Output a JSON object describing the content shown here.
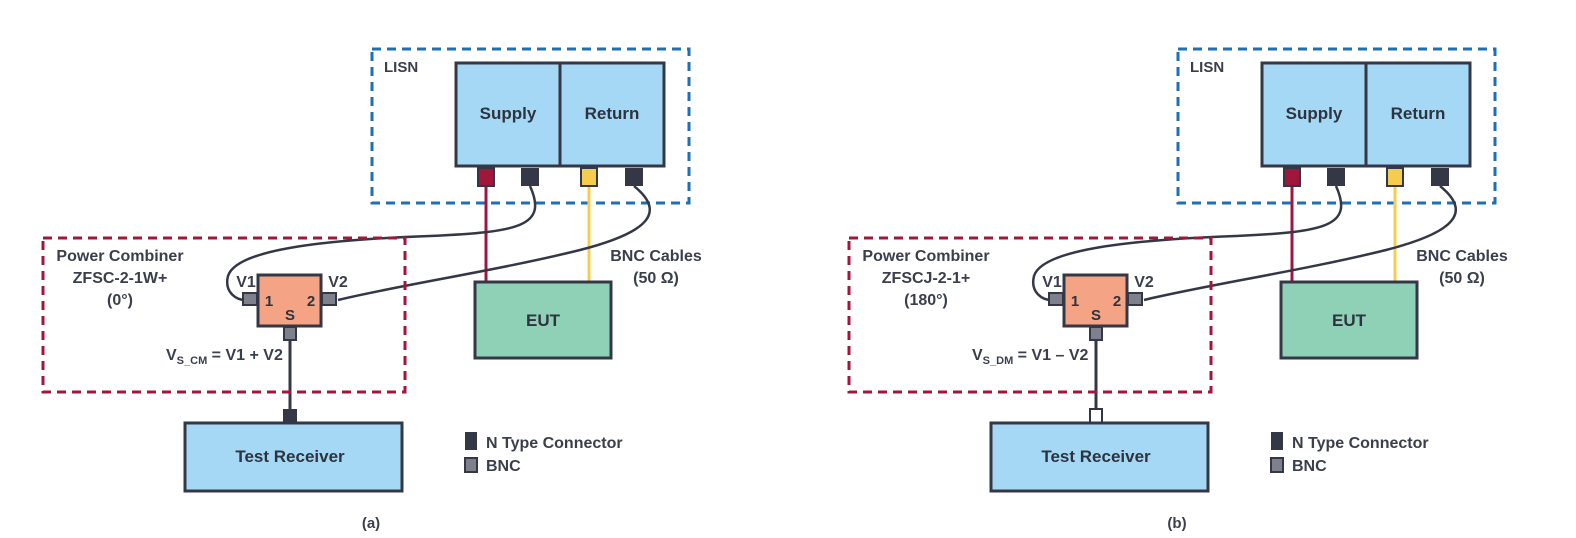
{
  "colors": {
    "lisn_fill": "#a4d8f5",
    "eut_fill": "#8fd1b6",
    "combiner_fill": "#f4a384",
    "dark": "#343846",
    "supply_wire": "#a1173c",
    "return_wire": "#f5cd4c",
    "lisn_border": "#1f6fb5",
    "combiner_border": "#a1173c",
    "bnc_fill": "#7e818c"
  },
  "diagrams": [
    {
      "lisn_label": "LISN",
      "supply_label": "Supply",
      "return_label": "Return",
      "cables_line1": "BNC Cables",
      "cables_line2": "(50 Ω)",
      "eut_label": "EUT",
      "combiner_line1": "Power Combiner",
      "combiner_line2": "ZFSC-2-1W+",
      "combiner_line3": "(0°)",
      "v1_label": "V1",
      "v2_label": "V2",
      "port1_label": "1",
      "port2_label": "2",
      "ports_label": "S",
      "formula_v": "V",
      "formula_sub": "S_CM",
      "formula_rest": " = V1 + V2",
      "receiver_label": "Test Receiver",
      "receiver_connector": "n-type",
      "legend_ntype": "N Type Connector",
      "legend_bnc": "BNC",
      "caption": "(a)"
    },
    {
      "lisn_label": "LISN",
      "supply_label": "Supply",
      "return_label": "Return",
      "cables_line1": "BNC Cables",
      "cables_line2": "(50 Ω)",
      "eut_label": "EUT",
      "combiner_line1": "Power Combiner",
      "combiner_line2": "ZFSCJ-2-1+",
      "combiner_line3": "(180°)",
      "v1_label": "V1",
      "v2_label": "V2",
      "port1_label": "1",
      "port2_label": "2",
      "ports_label": "S",
      "formula_v": "V",
      "formula_sub": "S_DM",
      "formula_rest": " = V1 – V2",
      "receiver_label": "Test Receiver",
      "receiver_connector": "open",
      "legend_ntype": "N Type Connector",
      "legend_bnc": "BNC",
      "caption": "(b)"
    }
  ]
}
